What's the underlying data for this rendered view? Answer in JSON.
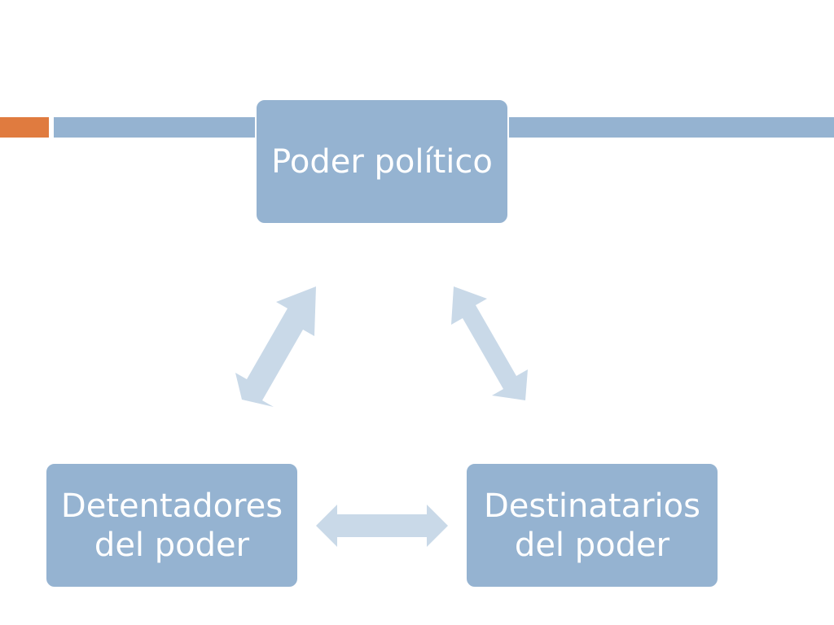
{
  "nodes": {
    "top": "Poder político",
    "left": "Detentadores\ndel poder",
    "right": "Destinatarios\ndel poder"
  },
  "colors": {
    "box": "#95B3D1",
    "arrow": "#C9D9E8",
    "accent": "#E07B3F",
    "text": "#ffffff"
  }
}
